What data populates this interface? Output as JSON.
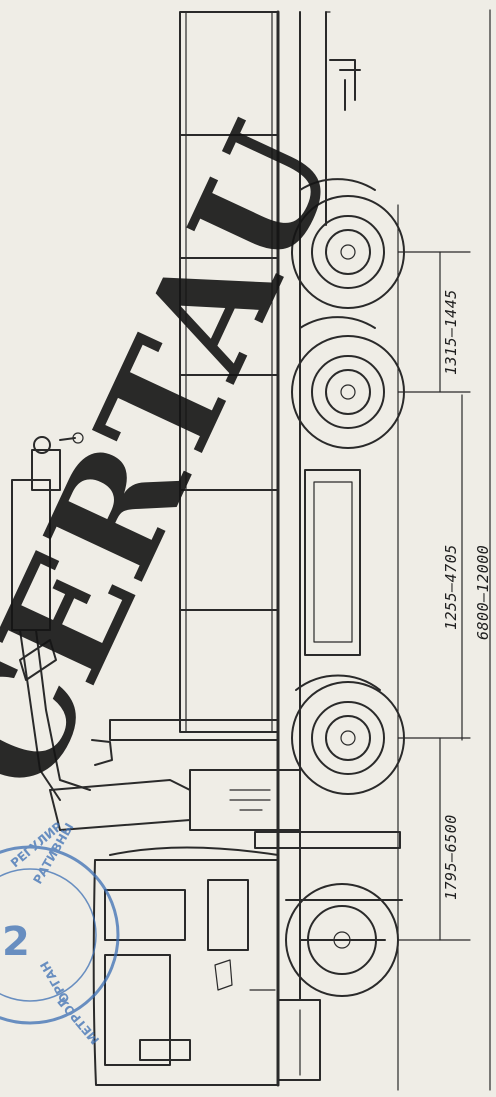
{
  "drawing": {
    "dimensions": {
      "axle_spacing_rear": "1315–1445",
      "axle_spacing_mid": "1255–4705",
      "axle_spacing_front": "1795–6500",
      "wheelbase_total": "6800–12000"
    }
  },
  "watermark": {
    "text": "CERTAU"
  },
  "stamp": {
    "text_top": "РЕГУЛИР",
    "text_mid": "РАТИВНЫ",
    "text_bottom": "ОРГАН",
    "text_rim": "МЕТРОЛ"
  },
  "colors": {
    "paper": "#efede6",
    "line": "#2a2a2a",
    "stamp": "#3c6fb4",
    "watermark": "#141414"
  }
}
